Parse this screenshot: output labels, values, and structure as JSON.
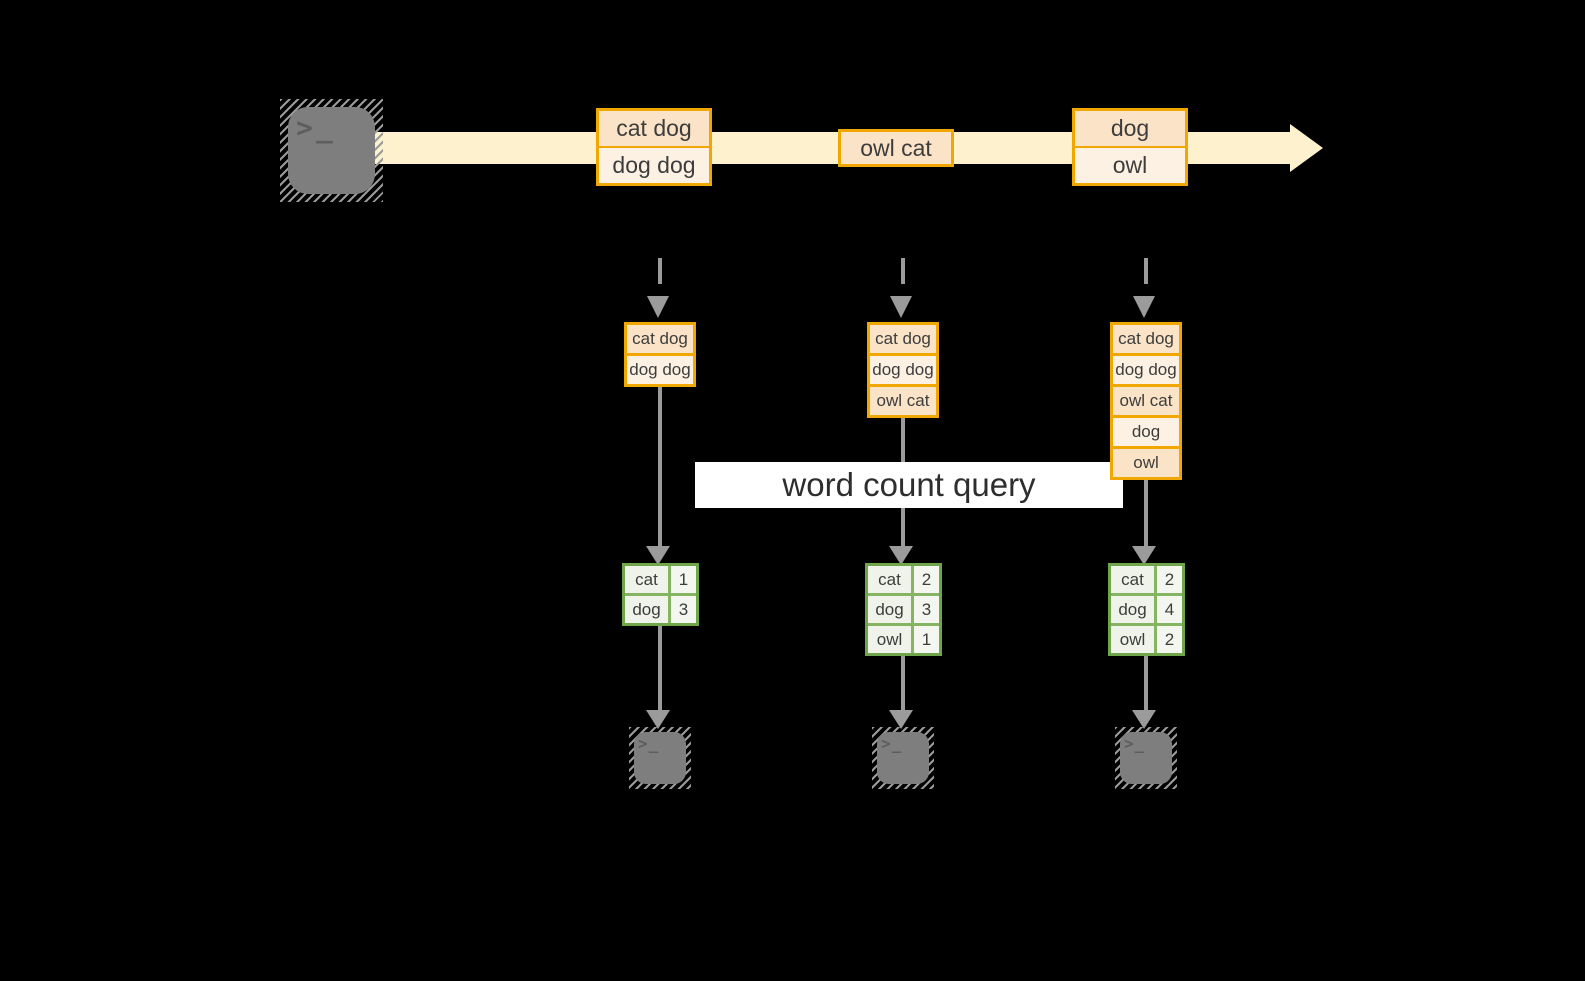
{
  "colors": {
    "background": "#000000",
    "stream_band": "#FDF1CE",
    "box_border": "#F0A800",
    "cell_dark": "#FAE3C6",
    "cell_light": "#FCF1E2",
    "table_border": "#6FA64C",
    "table_separator": "#85B563",
    "table_cell_word": "#EFF3EA",
    "table_cell_num": "#F4F7F0",
    "arrow_gray": "#9B9B9B",
    "icon_gray": "#7E7E7E",
    "icon_glyph": "#5E5E5E",
    "text_dark": "#3D3D3D",
    "query_band_bg": "#FFFFFF"
  },
  "source_terminal": {
    "glyph": ">_"
  },
  "stream": {
    "batches": [
      {
        "cells": [
          "cat dog",
          "dog dog"
        ]
      },
      {
        "cells": [
          "owl cat"
        ]
      },
      {
        "cells": [
          "dog",
          "owl"
        ]
      }
    ]
  },
  "accumulators": [
    {
      "cells": [
        "cat dog",
        "dog dog"
      ]
    },
    {
      "cells": [
        "cat dog",
        "dog dog",
        "owl cat"
      ]
    },
    {
      "cells": [
        "cat dog",
        "dog dog",
        "owl cat",
        "dog",
        "owl"
      ]
    }
  ],
  "query": {
    "label": "word count query"
  },
  "word_counts": [
    {
      "rows": [
        {
          "word": "cat",
          "count": "1"
        },
        {
          "word": "dog",
          "count": "3"
        }
      ]
    },
    {
      "rows": [
        {
          "word": "cat",
          "count": "2"
        },
        {
          "word": "dog",
          "count": "3"
        },
        {
          "word": "owl",
          "count": "1"
        }
      ]
    },
    {
      "rows": [
        {
          "word": "cat",
          "count": "2"
        },
        {
          "word": "dog",
          "count": "4"
        },
        {
          "word": "owl",
          "count": "2"
        }
      ]
    }
  ],
  "sinks": [
    {
      "glyph": ">_"
    },
    {
      "glyph": ">_"
    },
    {
      "glyph": ">_"
    }
  ]
}
